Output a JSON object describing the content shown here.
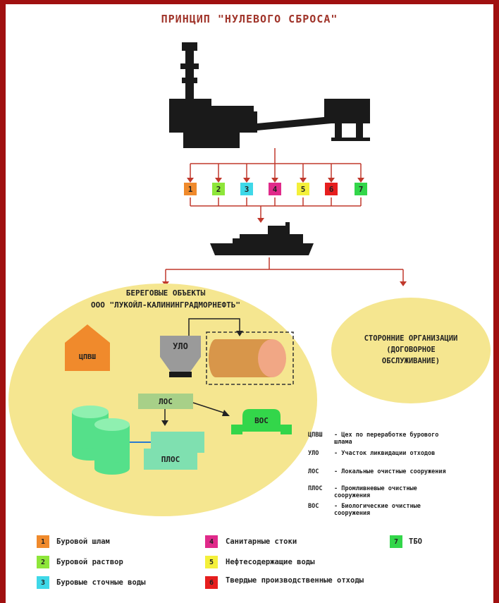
{
  "title": "ПРИНЦИП \"НУЛЕВОГО СБРОСА\"",
  "waste_boxes": [
    {
      "num": "1",
      "color": "#f08a2c"
    },
    {
      "num": "2",
      "color": "#8ee63a"
    },
    {
      "num": "3",
      "color": "#3fd8e8"
    },
    {
      "num": "4",
      "color": "#e02a8a"
    },
    {
      "num": "5",
      "color": "#f4f03a"
    },
    {
      "num": "6",
      "color": "#e61e1e"
    },
    {
      "num": "7",
      "color": "#33d64a"
    }
  ],
  "shore": {
    "title_line1": "БЕРЕГОВЫЕ ОБЪЕКТЫ",
    "title_line2": "ООО \"ЛУКОЙЛ-КАЛИНИНГРАДМОРНЕФТЬ\"",
    "cpvsh": "ЦПВШ",
    "ulo": "УЛО",
    "los": "ЛОС",
    "plos": "ПЛОС",
    "vos": "ВОС"
  },
  "third_party": {
    "line1": "СТОРОННИЕ ОРГАНИЗАЦИИ",
    "line2": "(ДОГОВОРНОЕ",
    "line3": "ОБСЛУЖИВАНИЕ)"
  },
  "abbreviations": [
    {
      "key": "ЦПВШ",
      "value": "- Цех по переработке бурового шлама"
    },
    {
      "key": "УЛО",
      "value": "- Участок ликвидации отходов"
    },
    {
      "key": "ЛОС",
      "value": "- Локальные очистные сооружения"
    },
    {
      "key": "ПЛОС",
      "value": "- Промливневые очистные сооружения"
    },
    {
      "key": "ВОС",
      "value": "- Биологические очистные сооружения"
    }
  ],
  "legend": [
    {
      "num": "1",
      "color": "#f08a2c",
      "text": "Буровой шлам"
    },
    {
      "num": "2",
      "color": "#8ee63a",
      "text": "Буровой раствор"
    },
    {
      "num": "3",
      "color": "#3fd8e8",
      "text": "Буровые сточные воды"
    },
    {
      "num": "4",
      "color": "#e02a8a",
      "text": "Санитарные стоки"
    },
    {
      "num": "5",
      "color": "#f4f03a",
      "text": "Нефтесодержащие воды"
    },
    {
      "num": "6",
      "color": "#e61e1e",
      "text": "Твердые производственные отходы"
    },
    {
      "num": "7",
      "color": "#33d64a",
      "text": "ТБО"
    }
  ],
  "colors": {
    "frame": "#a01010",
    "arrow": "#c0382c",
    "ellipse": "#f5e690"
  }
}
